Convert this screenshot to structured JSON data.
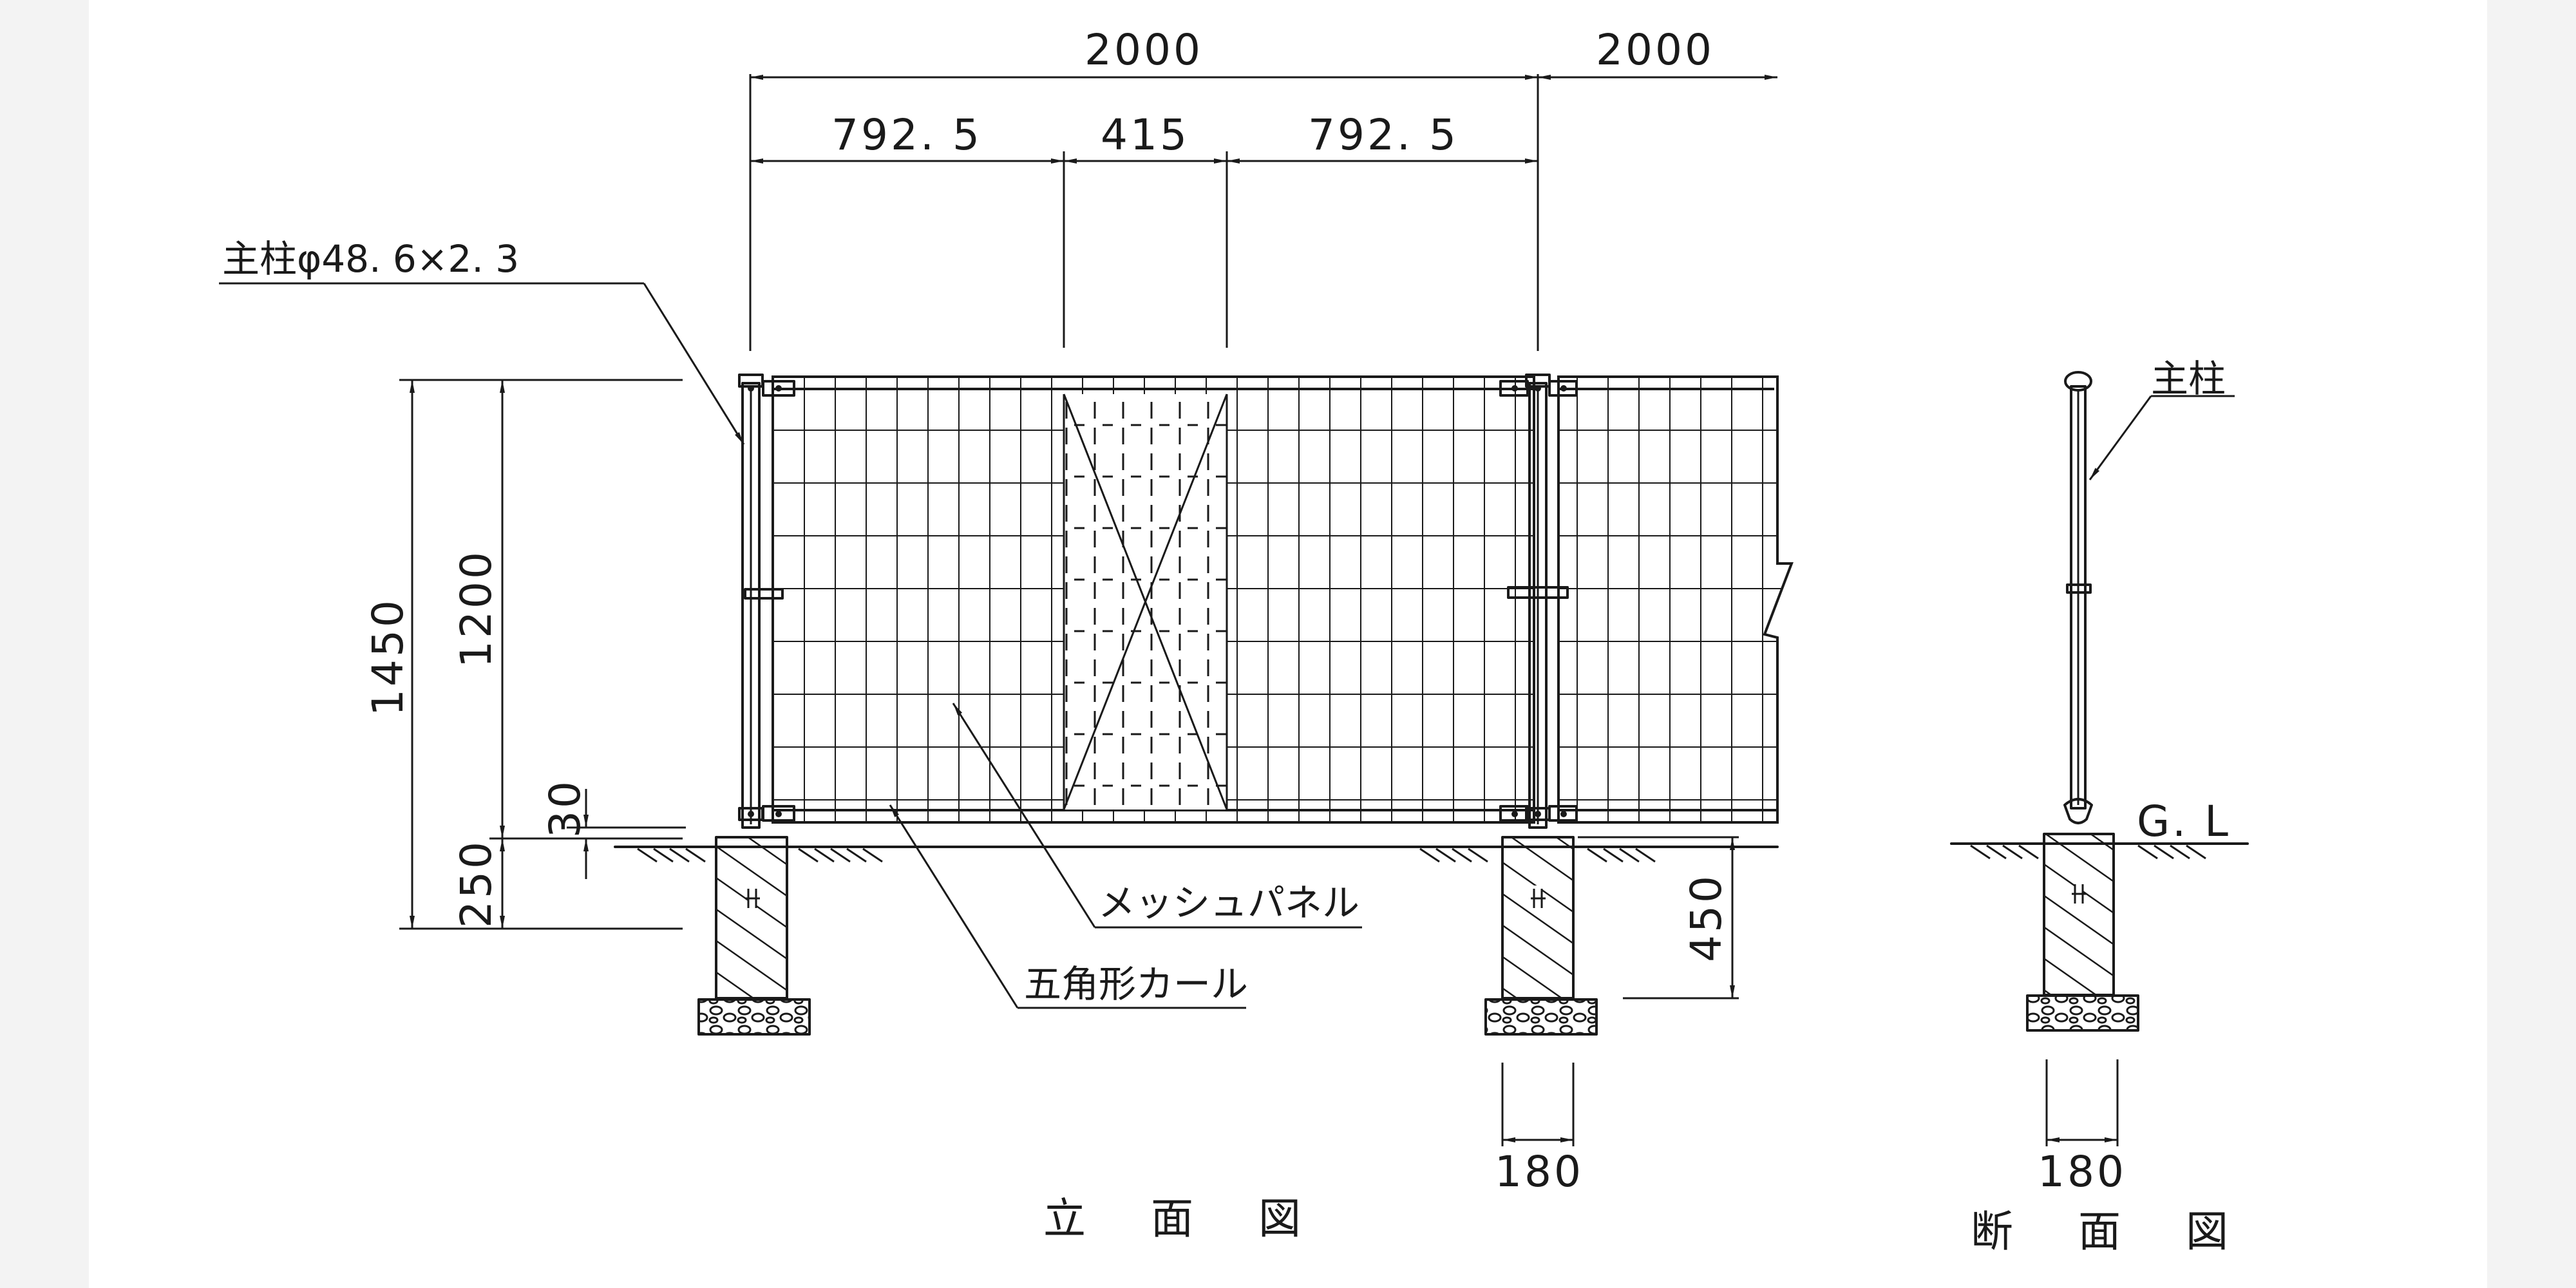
{
  "dimensions": {
    "span_total": "2000",
    "span_next": "2000",
    "left_section": "792. 5",
    "middle_section": "415",
    "right_section": "792. 5",
    "total_height": "1450",
    "panel_height": "1200",
    "clearance": "30",
    "embed_depth": "250",
    "foundation_depth": "450",
    "foundation_width_elevation": "180",
    "foundation_width_section": "180"
  },
  "labels": {
    "main_post_spec": "主柱φ48. 6×2. 3",
    "mesh_panel": "メッシュパネル",
    "pentagon_curl": "五角形カール",
    "main_post": "主柱",
    "ground_line": "G. L"
  },
  "titles": {
    "elevation": "立 面 図",
    "section": "断 面 図"
  }
}
